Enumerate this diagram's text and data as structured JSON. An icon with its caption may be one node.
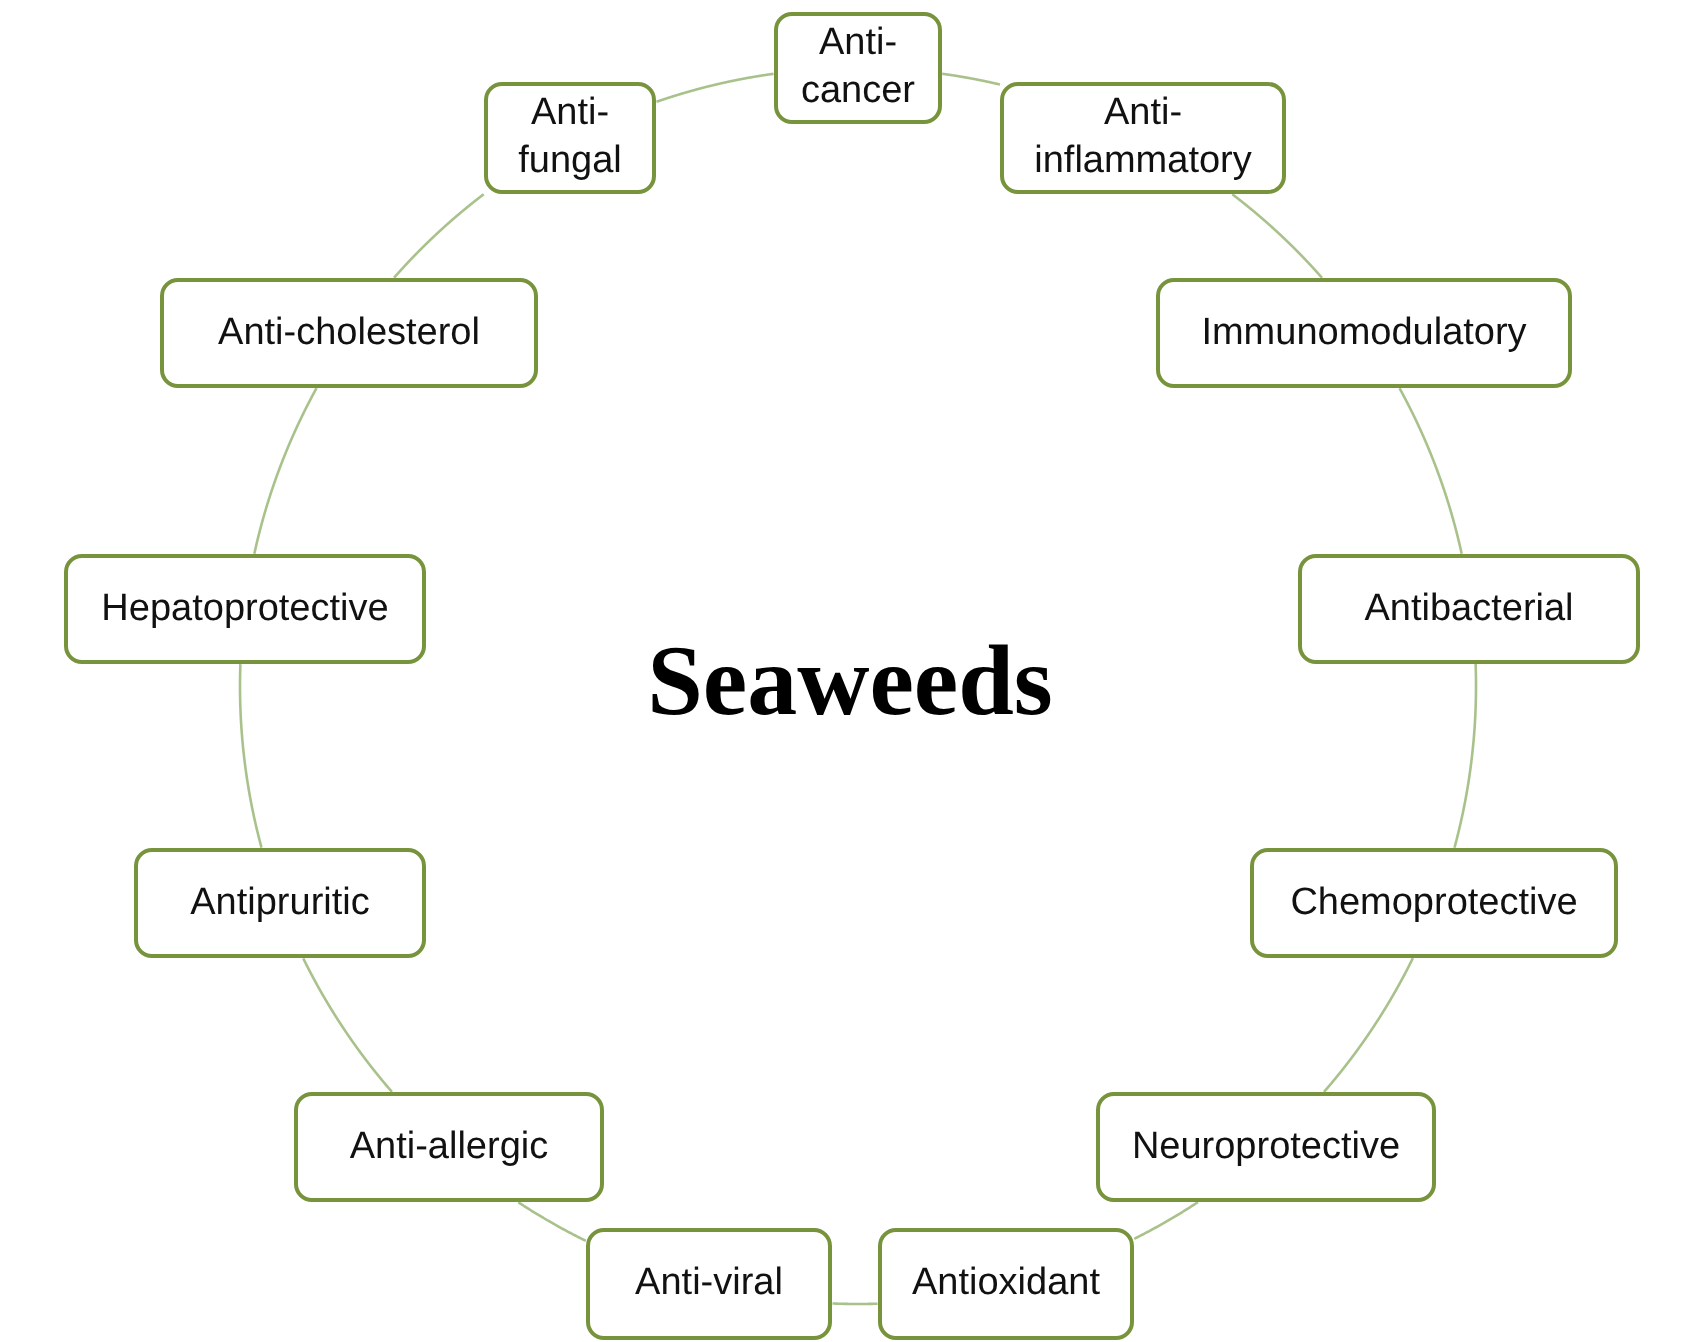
{
  "diagram": {
    "nodes": [
      {
        "text": [
          "Anti-cancer"
        ]
      },
      {
        "text": [
          "Anti-inflammatory"
        ]
      },
      {
        "text": [
          "Immunomodulatory"
        ]
      },
      {
        "text": [
          "Antibacterial"
        ]
      },
      {
        "text": [
          "Chemoprotective"
        ]
      },
      {
        "text": [
          "Neuroprotective"
        ]
      },
      {
        "text": [
          "Antioxidant"
        ]
      },
      {
        "text": [
          "Anti-viral"
        ]
      },
      {
        "text": [
          "Anti-allergic"
        ]
      },
      {
        "text": [
          "Antipruritic"
        ]
      },
      {
        "text": [
          "Hepatoprotective"
        ]
      },
      {
        "text": [
          "Anti-cholesterol"
        ]
      },
      {
        "text": [
          "Anti-fungal"
        ]
      }
    ],
    "edges": [
      {
        "from": 0,
        "to": 1,
        "arrow": "none"
      },
      {
        "from": 1,
        "to": 2,
        "arrow": "none"
      },
      {
        "from": 2,
        "to": 3,
        "arrow": "none"
      },
      {
        "from": 3,
        "to": 4,
        "arrow": "none"
      },
      {
        "from": 4,
        "to": 5,
        "arrow": "none"
      },
      {
        "from": 5,
        "to": 6,
        "arrow": "none"
      },
      {
        "from": 6,
        "to": 7,
        "arrow": "none"
      },
      {
        "from": 7,
        "to": 8,
        "arrow": "none"
      },
      {
        "from": 8,
        "to": 9,
        "arrow": "none"
      },
      {
        "from": 9,
        "to": 10,
        "arrow": "none"
      },
      {
        "from": 10,
        "to": 11,
        "arrow": "none"
      },
      {
        "from": 11,
        "to": 12,
        "arrow": "none"
      },
      {
        "from": 12,
        "to": 0,
        "arrow": "none"
      }
    ],
    "labels": [
      "Seaweeds"
    ]
  }
}
